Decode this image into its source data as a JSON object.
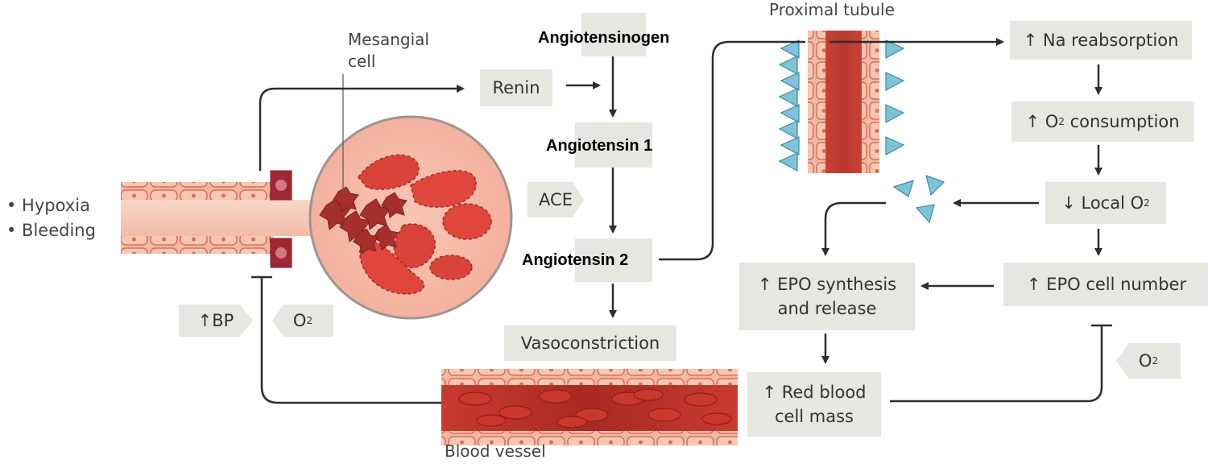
{
  "triggers": {
    "hypoxia": "• Hypoxia",
    "bleeding": "• Bleeding"
  },
  "labels": {
    "mesangial_cell": "Mesangial cell",
    "proximal_tubule": "Proximal tubule",
    "blood_vessel": "Blood vessel"
  },
  "raas": {
    "renin": "Renin",
    "angiotensinogen": "Angiotensinogen",
    "angiotensin1": "Angiotensin 1",
    "ace": "ACE",
    "angiotensin2": "Angiotensin 2",
    "vasoconstriction": "Vasoconstriction"
  },
  "feedback": {
    "bp": "↑BP",
    "o2_left": "O",
    "o2_left_sub": "2",
    "o2_right": "O",
    "o2_right_sub": "2"
  },
  "epo_chain": {
    "na_reabsorption": "↑ Na reabsorption",
    "o2_consumption": "↑ O",
    "o2_consumption_sub": "2",
    "o2_consumption_tail": " consumption",
    "local_o2": "↓ Local O",
    "local_o2_sub": "2",
    "epo_cell_number": "↑ EPO cell number",
    "epo_synthesis": "↑ EPO synthesis and release",
    "red_blood_cell_mass": "↑ Red blood cell mass"
  },
  "colors": {
    "box_bg": "#e7e6e1",
    "arrow": "#2b2e33",
    "vessel_wall": "#f3b9a1",
    "vessel_lumen": "#f6cfc0",
    "blood": "#b7332b",
    "cell_blue": "#7ec4d8"
  }
}
